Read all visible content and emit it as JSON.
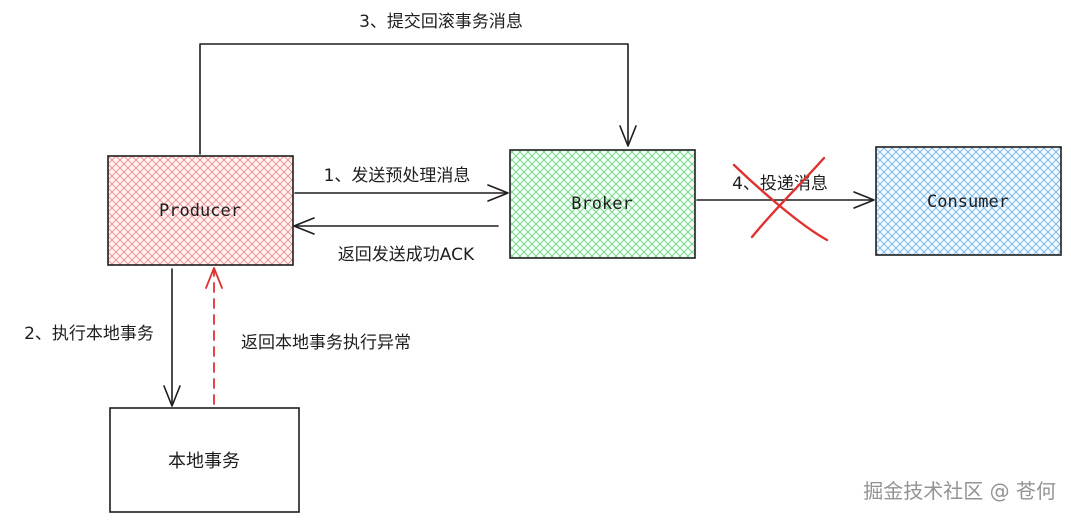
{
  "nodes": {
    "producer": {
      "label": "Producer",
      "fill": "#f4a5a5",
      "stroke": "#1e1e1e"
    },
    "broker": {
      "label": "Broker",
      "fill": "#8ee6a0",
      "stroke": "#1e1e1e"
    },
    "consumer": {
      "label": "Consumer",
      "fill": "#8ec8f0",
      "stroke": "#1e1e1e"
    },
    "local_tx": {
      "label": "本地事务",
      "fill": "#ffffff",
      "stroke": "#1e1e1e"
    }
  },
  "edges": {
    "commit_rollback": "3、提交回滚事务消息",
    "send_prepare": "1、发送预处理消息",
    "return_ack": "返回发送成功ACK",
    "deliver": "4、投递消息",
    "exec_local": "2、执行本地事务",
    "local_exception": "返回本地事务执行异常"
  },
  "colors": {
    "line": "#1e1e1e",
    "dashed_arrow": "#e03131",
    "cross": "#e03131"
  },
  "watermark": "掘金技术社区 @ 苍何"
}
